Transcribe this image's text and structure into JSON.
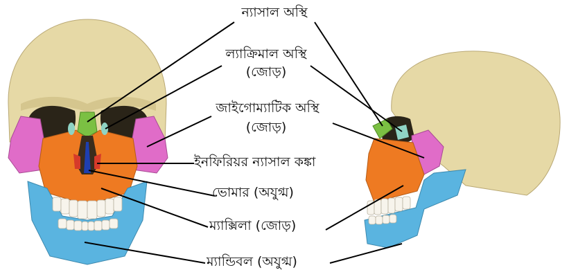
{
  "labels": {
    "nasal": "ন্যাসাল অস্থি",
    "lacrimal": "ল্যাক্রিমাল অস্থি",
    "lacrimal_pair": "(জোড়)",
    "zygomatic": "জাইগোম্যাটিক অস্থি",
    "zygomatic_pair": "(জোড়)",
    "inferior_nasal_concha": "ইনফিরিয়র ন্যাসাল কঙ্কা",
    "vomer": "ভোমার (অযুগ্ম)",
    "maxilla": "ম্যাক্সিলা (জোড়)",
    "mandible": "ম্যান্ডিবল (অযুগ্ম)"
  },
  "colors": {
    "skull": "#e6d9a6",
    "skull_shadow": "#c9b97e",
    "nasal": "#7bc043",
    "lacrimal": "#8fd3c4",
    "zygomatic": "#e06cc8",
    "maxilla": "#ee7a22",
    "mandible": "#5ab4e0",
    "vomer": "#1e3fb0",
    "concha": "#d63a2a",
    "teeth": "#f7f4ec",
    "leader_line": "#000000"
  }
}
